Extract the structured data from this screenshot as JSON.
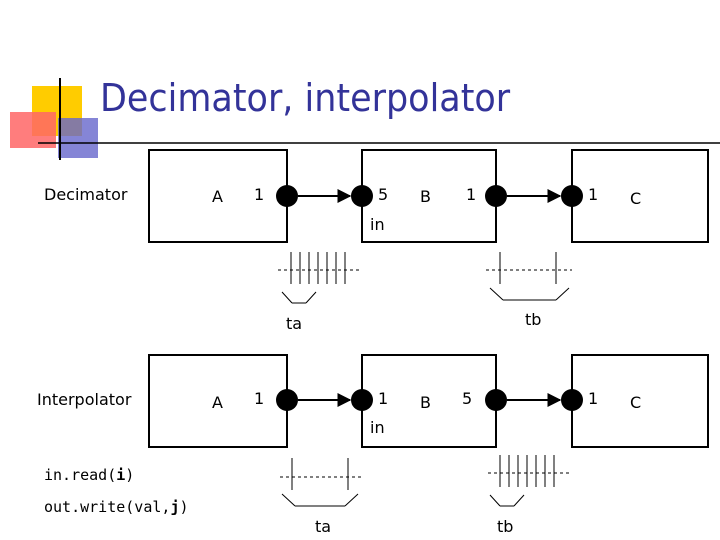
{
  "title": "Decimator, interpolator",
  "colors": {
    "title": "#333399",
    "accent_yellow": "#FFCC00",
    "accent_red": "#FF3333",
    "accent_blue": "#3333CC"
  },
  "decimator": {
    "label": "Decimator",
    "actor_a": "A",
    "actor_b": "B",
    "actor_c": "C",
    "rate_a_out": "1",
    "rate_b_in": "5",
    "rate_b_out": "1",
    "rate_c_in": "1",
    "port_in": "in",
    "timeline_a": "ta",
    "timeline_b": "tb"
  },
  "interpolator": {
    "label": "Interpolator",
    "actor_a": "A",
    "actor_b": "B",
    "actor_c": "C",
    "rate_a_out": "1",
    "rate_b_in": "1",
    "rate_b_out": "5",
    "rate_c_in": "1",
    "port_in": "in",
    "timeline_a": "ta",
    "timeline_b": "tb"
  },
  "code": {
    "line1_prefix": "in.read(",
    "line1_arg": "i",
    "line1_suffix": ")",
    "line2_prefix": "out.write(val,",
    "line2_arg": "j",
    "line2_suffix": ")"
  }
}
